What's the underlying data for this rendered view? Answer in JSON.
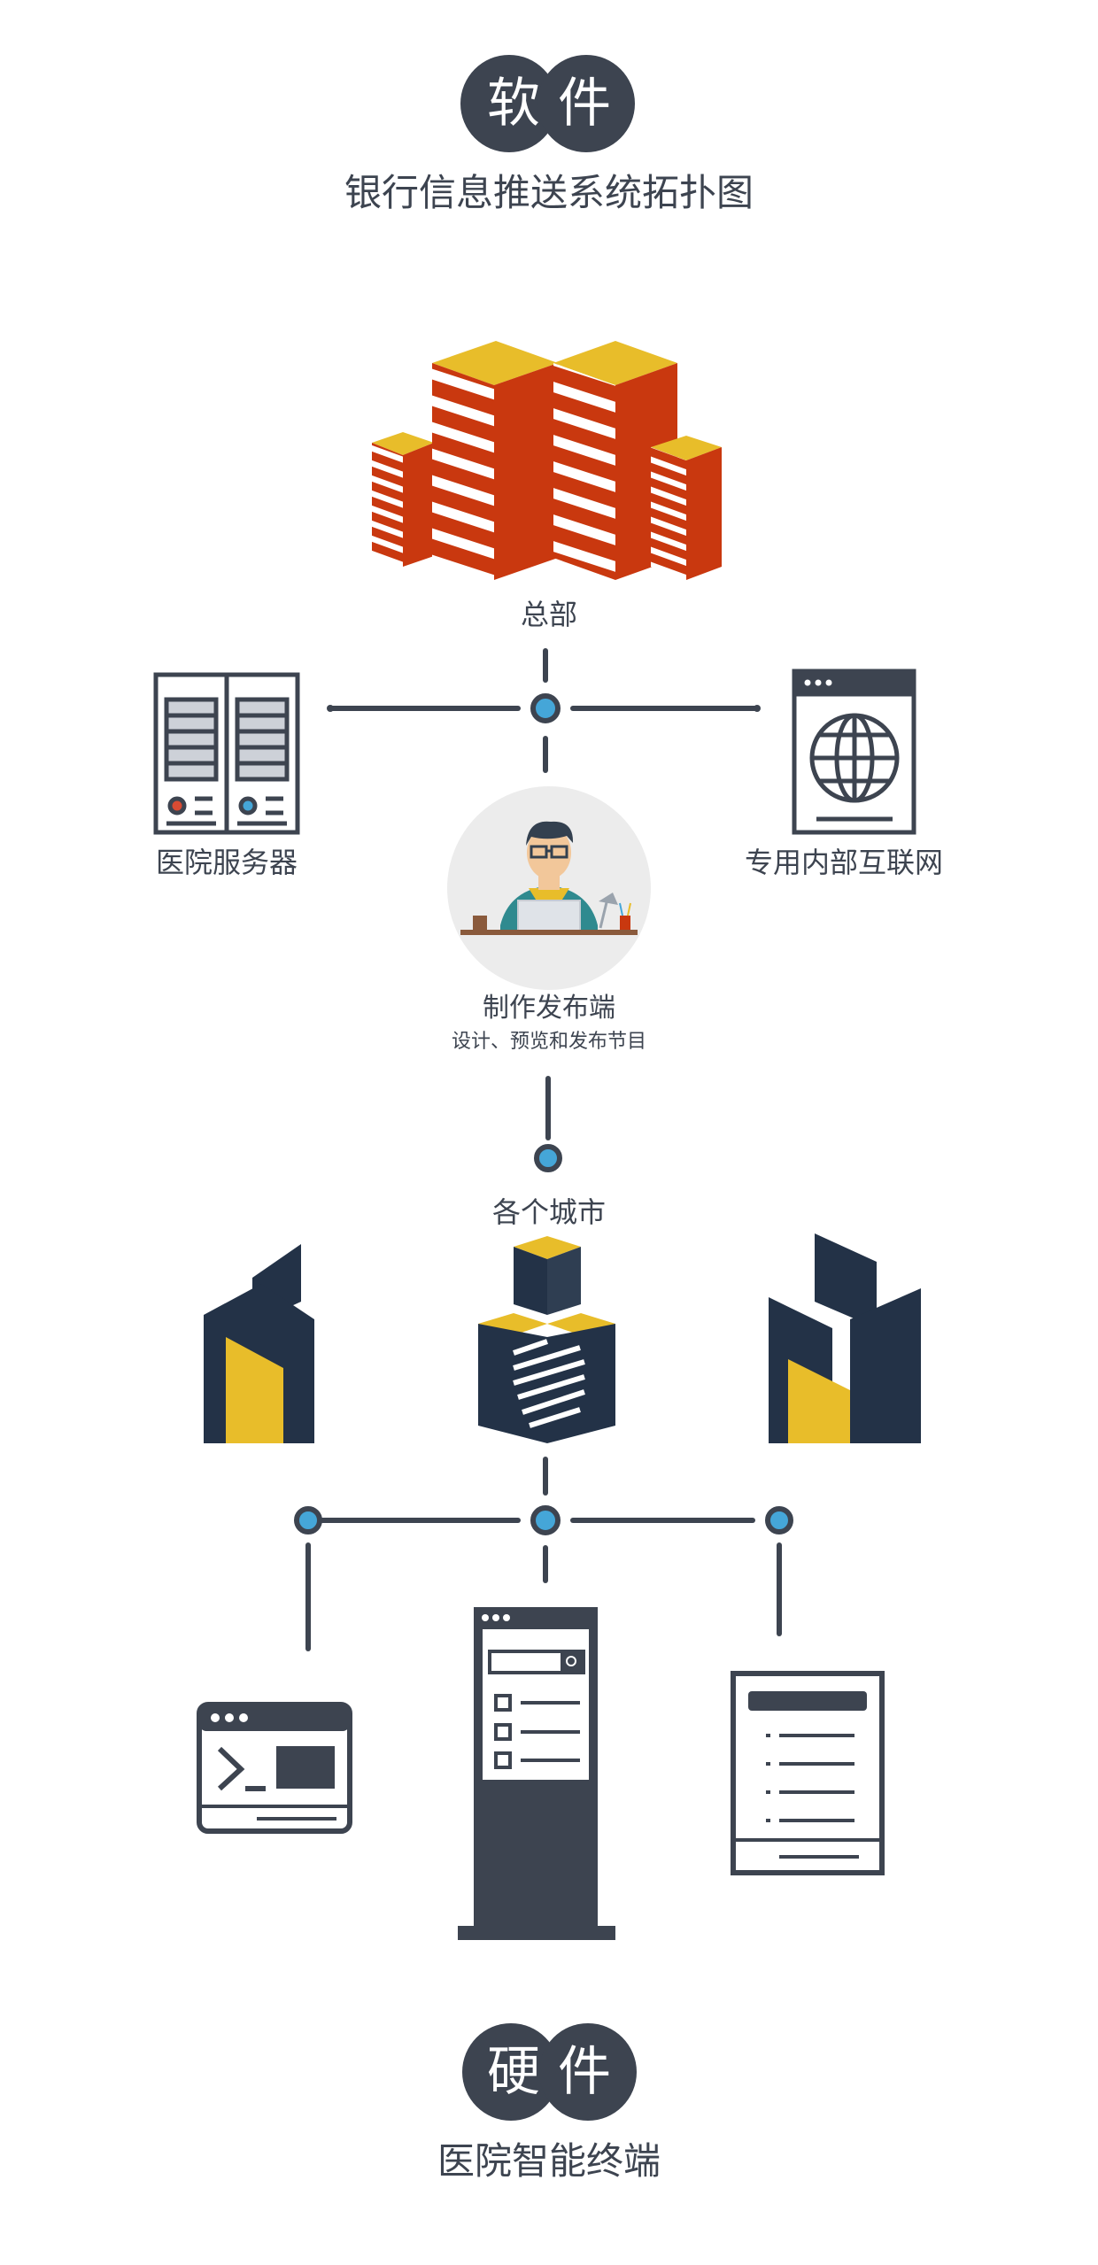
{
  "header": {
    "badge_chars": [
      "软",
      "件"
    ],
    "title": "银行信息推送系统拓扑图"
  },
  "nodes": {
    "headquarters": "总部",
    "hospital_server": "医院服务器",
    "private_network": "专用内部互联网",
    "publisher": {
      "title": "制作发布端",
      "subtitle": "设计、预览和发布节目"
    },
    "cities": "各个城市"
  },
  "footer": {
    "badge_chars": [
      "硬",
      "件"
    ],
    "title": "医院智能终端"
  },
  "colors": {
    "dark": "#3d4450",
    "navy": "#233247",
    "red": "#c9380f",
    "yellow": "#e8bd2a",
    "node_blue": "#45a6d8"
  }
}
